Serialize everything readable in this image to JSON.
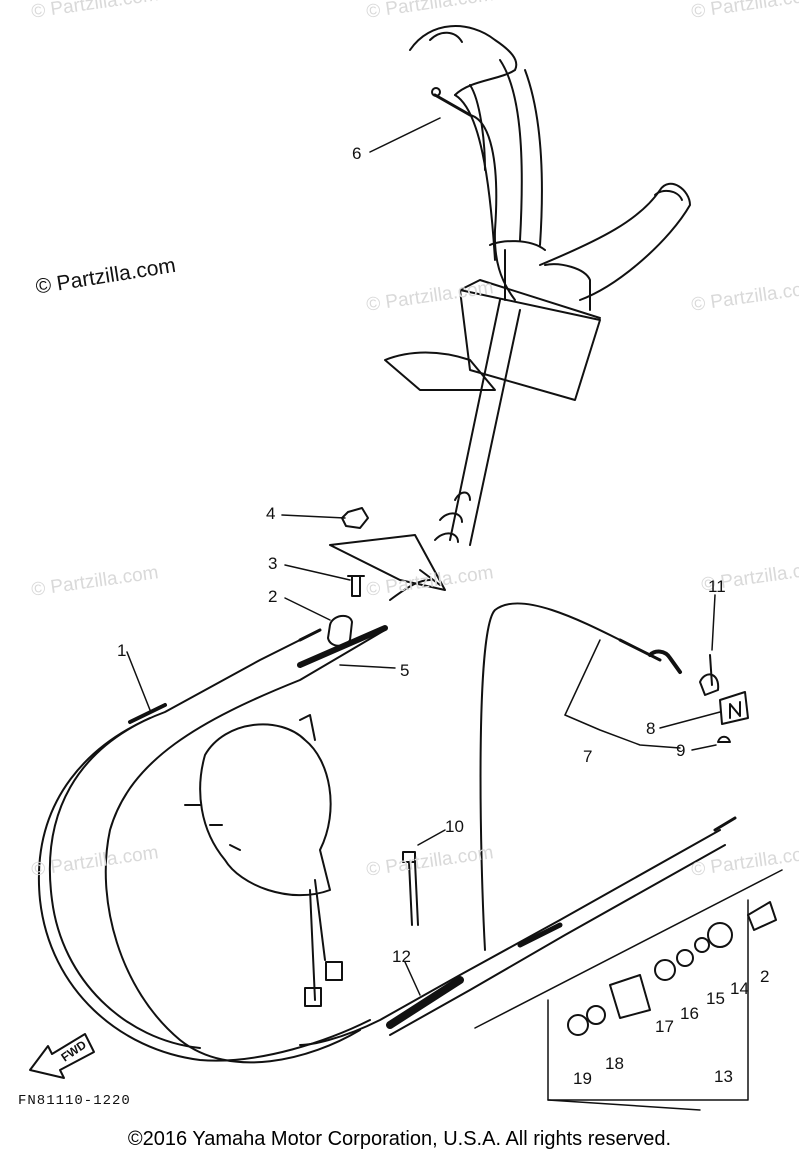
{
  "watermarks": [
    "© Partzilla.com",
    "© Partzilla.com",
    "© Partzilla.com",
    "© Partzilla.com",
    "© Partzilla.com",
    "© Partzilla.com",
    "© Partzilla.com",
    "© Partzilla.com",
    "© Partzilla.com",
    "© Partzilla.com",
    "© Partzilla.com"
  ],
  "brand_mark": "© Partzilla.com",
  "callouts": [
    "1",
    "2",
    "3",
    "4",
    "5",
    "6",
    "7",
    "8",
    "9",
    "10",
    "11",
    "12",
    "13",
    "14",
    "15",
    "16",
    "17",
    "18",
    "19",
    "2"
  ],
  "fwd_label": "FWD",
  "figure_code": "FN81110-1220",
  "copyright": "©2016  Yamaha Motor Corporation, U.S.A. All rights reserved."
}
